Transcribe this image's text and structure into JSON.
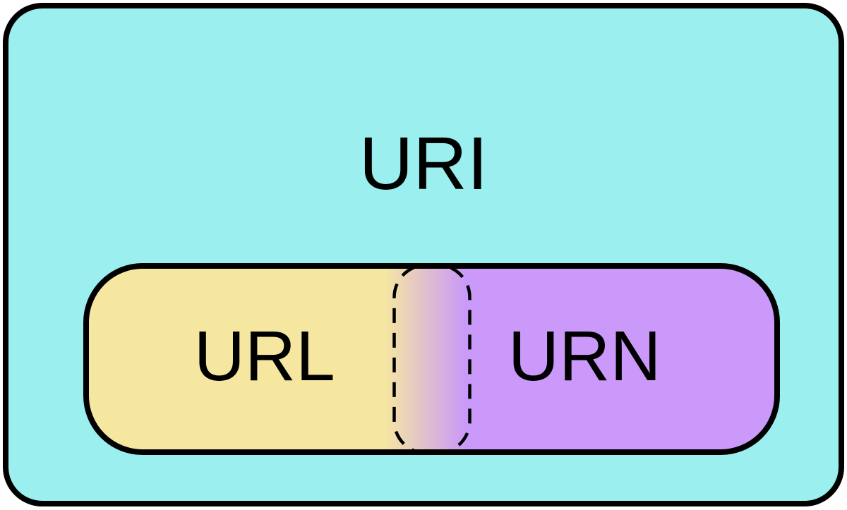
{
  "diagram": {
    "type": "euler-diagram",
    "outer_set": {
      "label": "URI",
      "fill": "#9BEFEF",
      "border_color": "#000000"
    },
    "left_subset": {
      "label": "URL",
      "fill": "#F6E7A0"
    },
    "right_subset": {
      "label": "URN",
      "fill": "#CA99F9"
    },
    "overlap": {
      "border_color": "#000000",
      "border_style": "dashed"
    },
    "text_color": "#000000"
  }
}
